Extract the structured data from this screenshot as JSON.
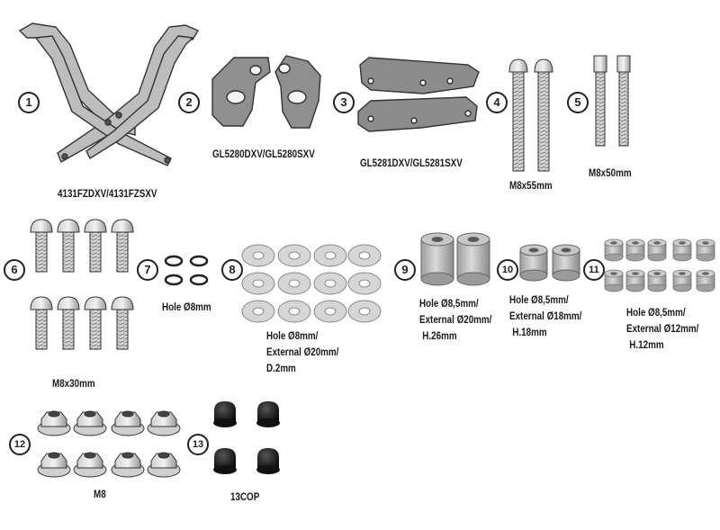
{
  "items": [
    {
      "number": "1",
      "label": "4131FZDXV/4131FZSXV"
    },
    {
      "number": "2",
      "label": "GL5280DXV/GL5280SXV"
    },
    {
      "number": "3",
      "label": "GL5281DXV/GL5281SXV"
    },
    {
      "number": "4",
      "label": "M8x55mm"
    },
    {
      "number": "5",
      "label": "M8x50mm"
    },
    {
      "number": "6",
      "label": "M8x30mm"
    },
    {
      "number": "7",
      "label": "Hole Ø8mm"
    },
    {
      "number": "8",
      "label_lines": [
        "Hole Ø8mm/",
        "External Ø20mm/",
        "D.2mm"
      ]
    },
    {
      "number": "9",
      "label_lines": [
        "Hole Ø8,5mm/",
        "External Ø20mm/",
        "H.26mm"
      ]
    },
    {
      "number": "10",
      "label_lines": [
        "Hole Ø8,5mm/",
        "External Ø18mm/",
        "H.18mm"
      ]
    },
    {
      "number": "11",
      "label_lines": [
        "Hole Ø8,5mm/",
        "External Ø12mm/",
        "H.12mm"
      ]
    },
    {
      "number": "12",
      "label": "M8"
    },
    {
      "number": "13",
      "label": "13COP"
    }
  ]
}
